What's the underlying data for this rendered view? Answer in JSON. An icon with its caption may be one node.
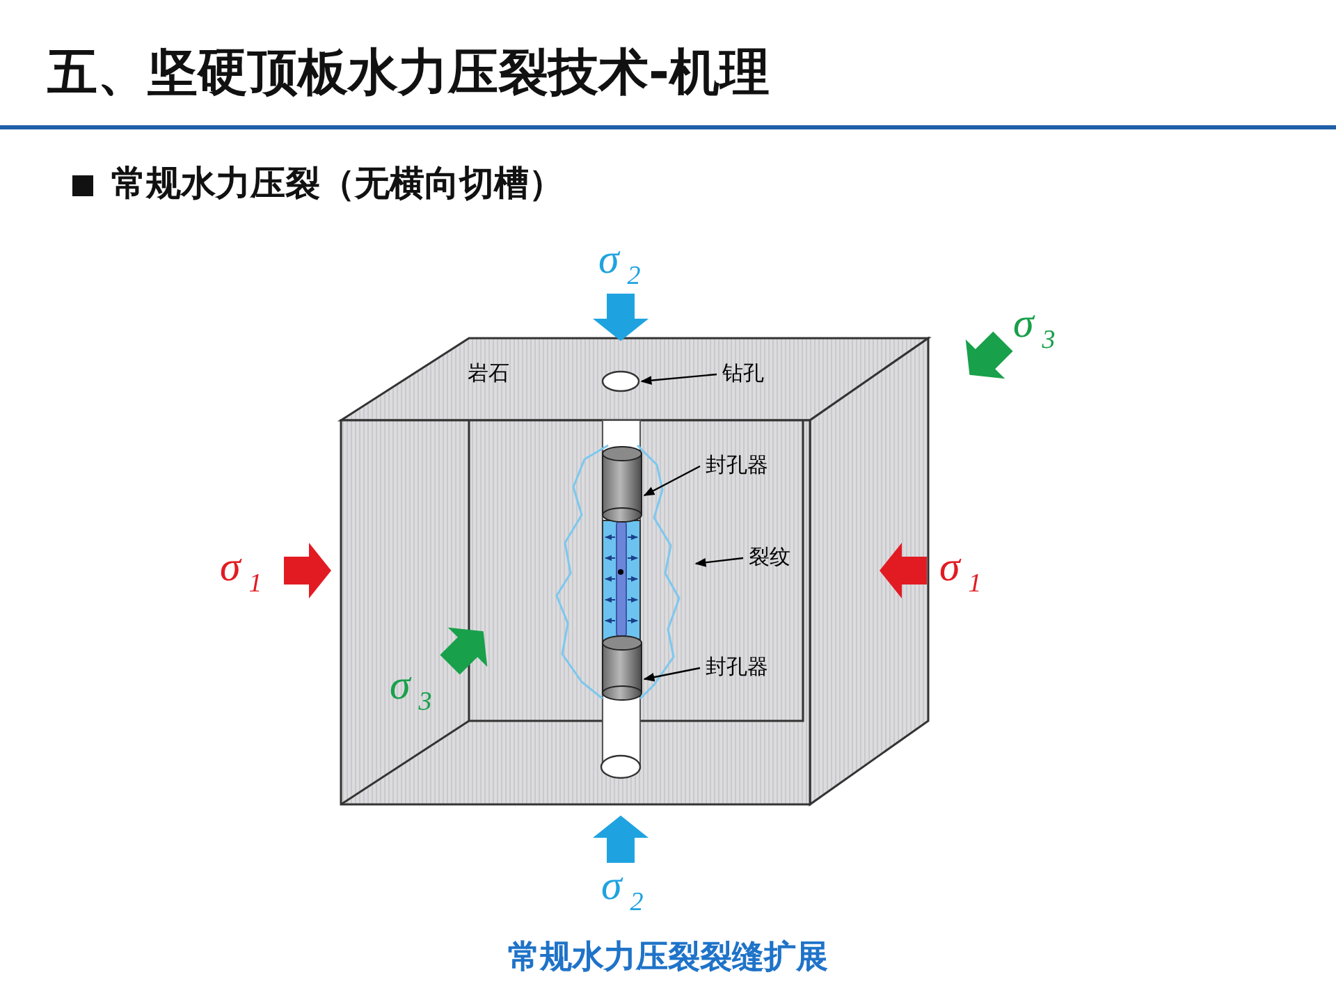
{
  "diagram": {
    "title": "五、坚硬顶板水力压裂技术-机理",
    "caption": "常规水力压裂裂缝扩展",
    "nodes": [
      {
        "text": [
          "钻孔"
        ]
      },
      {
        "text": [],
        "shape": "circle"
      },
      {
        "text": [
          "封孔器"
        ]
      },
      {
        "text": [],
        "shape": "cylinder"
      },
      {
        "text": [
          "裂纹"
        ]
      },
      {
        "text": [
          "封孔器"
        ]
      },
      {
        "text": [],
        "shape": "cylinder"
      }
    ],
    "edges": [
      {
        "from": 0,
        "to": 1,
        "arrow": "to"
      },
      {
        "from": 2,
        "to": 3,
        "arrow": "to"
      },
      {
        "from": 4,
        "to": null,
        "arrow": "to"
      },
      {
        "from": 5,
        "to": 6,
        "arrow": "to"
      }
    ],
    "labels": [
      "常规水力压裂（无横向切槽）",
      "σ$_{2}$",
      "σ$_{3}$",
      "岩石",
      "σ$_{1}$",
      "σ$_{1}$",
      "σ$_{3}$",
      "σ$_{2}$"
    ]
  }
}
